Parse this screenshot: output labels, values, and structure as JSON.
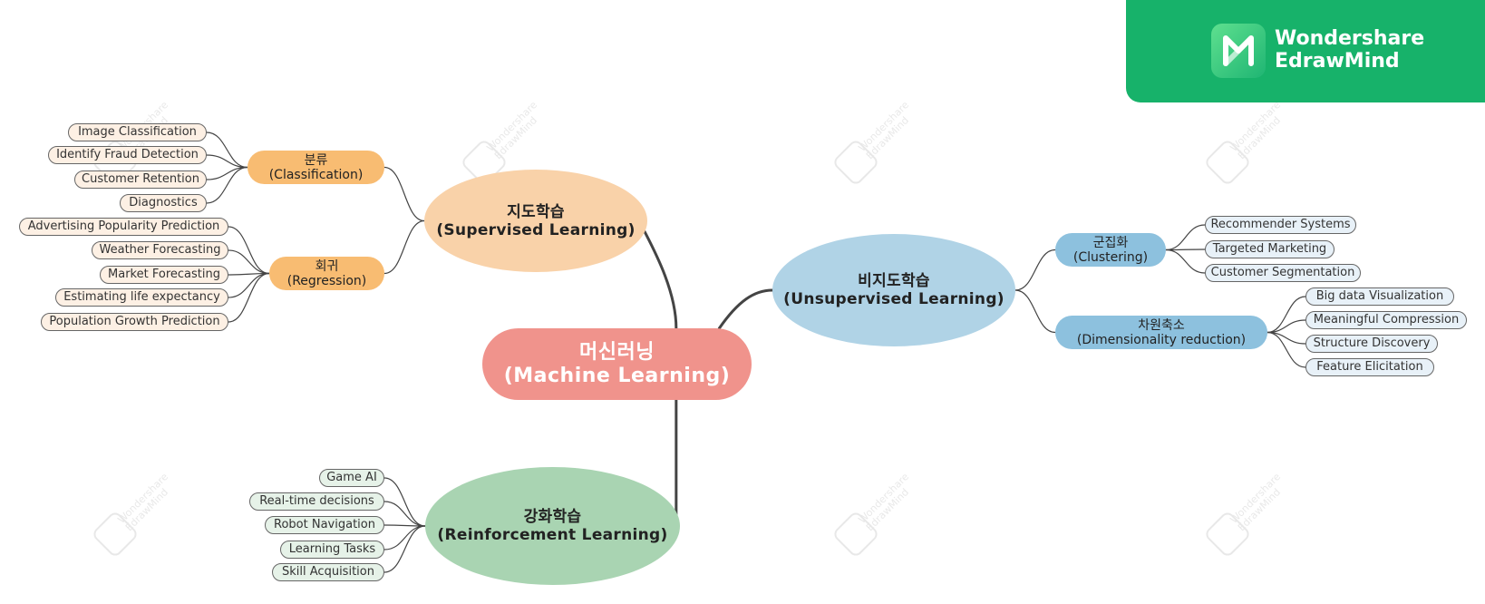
{
  "root": {
    "line1": "머신러닝",
    "line2": "(Machine Learning)",
    "color": "#f0938c"
  },
  "branches": {
    "supervised": {
      "line1": "지도학습",
      "line2": "(Supervised Learning)",
      "color": "#f9d2a9",
      "subgroups": [
        {
          "line1": "분류",
          "line2": "(Classification)",
          "color": "#f8bc72",
          "leaves": [
            "Image Classification",
            "Identify Fraud Detection",
            "Customer Retention",
            "Diagnostics"
          ]
        },
        {
          "line1": "회귀",
          "line2": "(Regression)",
          "color": "#f8bc72",
          "leaves": [
            "Advertising Popularity Prediction",
            "Weather Forecasting",
            "Market Forecasting",
            "Estimating life expectancy",
            "Population Growth Prediction"
          ]
        }
      ]
    },
    "unsupervised": {
      "line1": "비지도학습",
      "line2": "(Unsupervised Learning)",
      "color": "#b0d3e6",
      "subgroups": [
        {
          "line1": "군집화",
          "line2": "(Clustering)",
          "color": "#8dc1de",
          "leaves": [
            "Recommender Systems",
            "Targeted Marketing",
            "Customer Segmentation"
          ]
        },
        {
          "line1": "차원축소",
          "line2": "(Dimensionality reduction)",
          "color": "#8dc1de",
          "leaves": [
            "Big data Visualization",
            "Meaningful Compression",
            "Structure Discovery",
            "Feature Elicitation"
          ]
        }
      ]
    },
    "reinforcement": {
      "line1": "강화학습",
      "line2": "(Reinforcement Learning)",
      "color": "#a9d4b2",
      "leaves": [
        "Game AI",
        "Real-time decisions",
        "Robot Navigation",
        "Learning Tasks",
        "Skill Acquisition"
      ]
    }
  },
  "branding": {
    "line1": "Wondershare",
    "line2": "EdrawMind",
    "watermark": "Wondershare EdrawMind",
    "logo_icon": "edrawmind-logo-icon",
    "panel_color": "#17b26a"
  },
  "link_color": "#444444"
}
